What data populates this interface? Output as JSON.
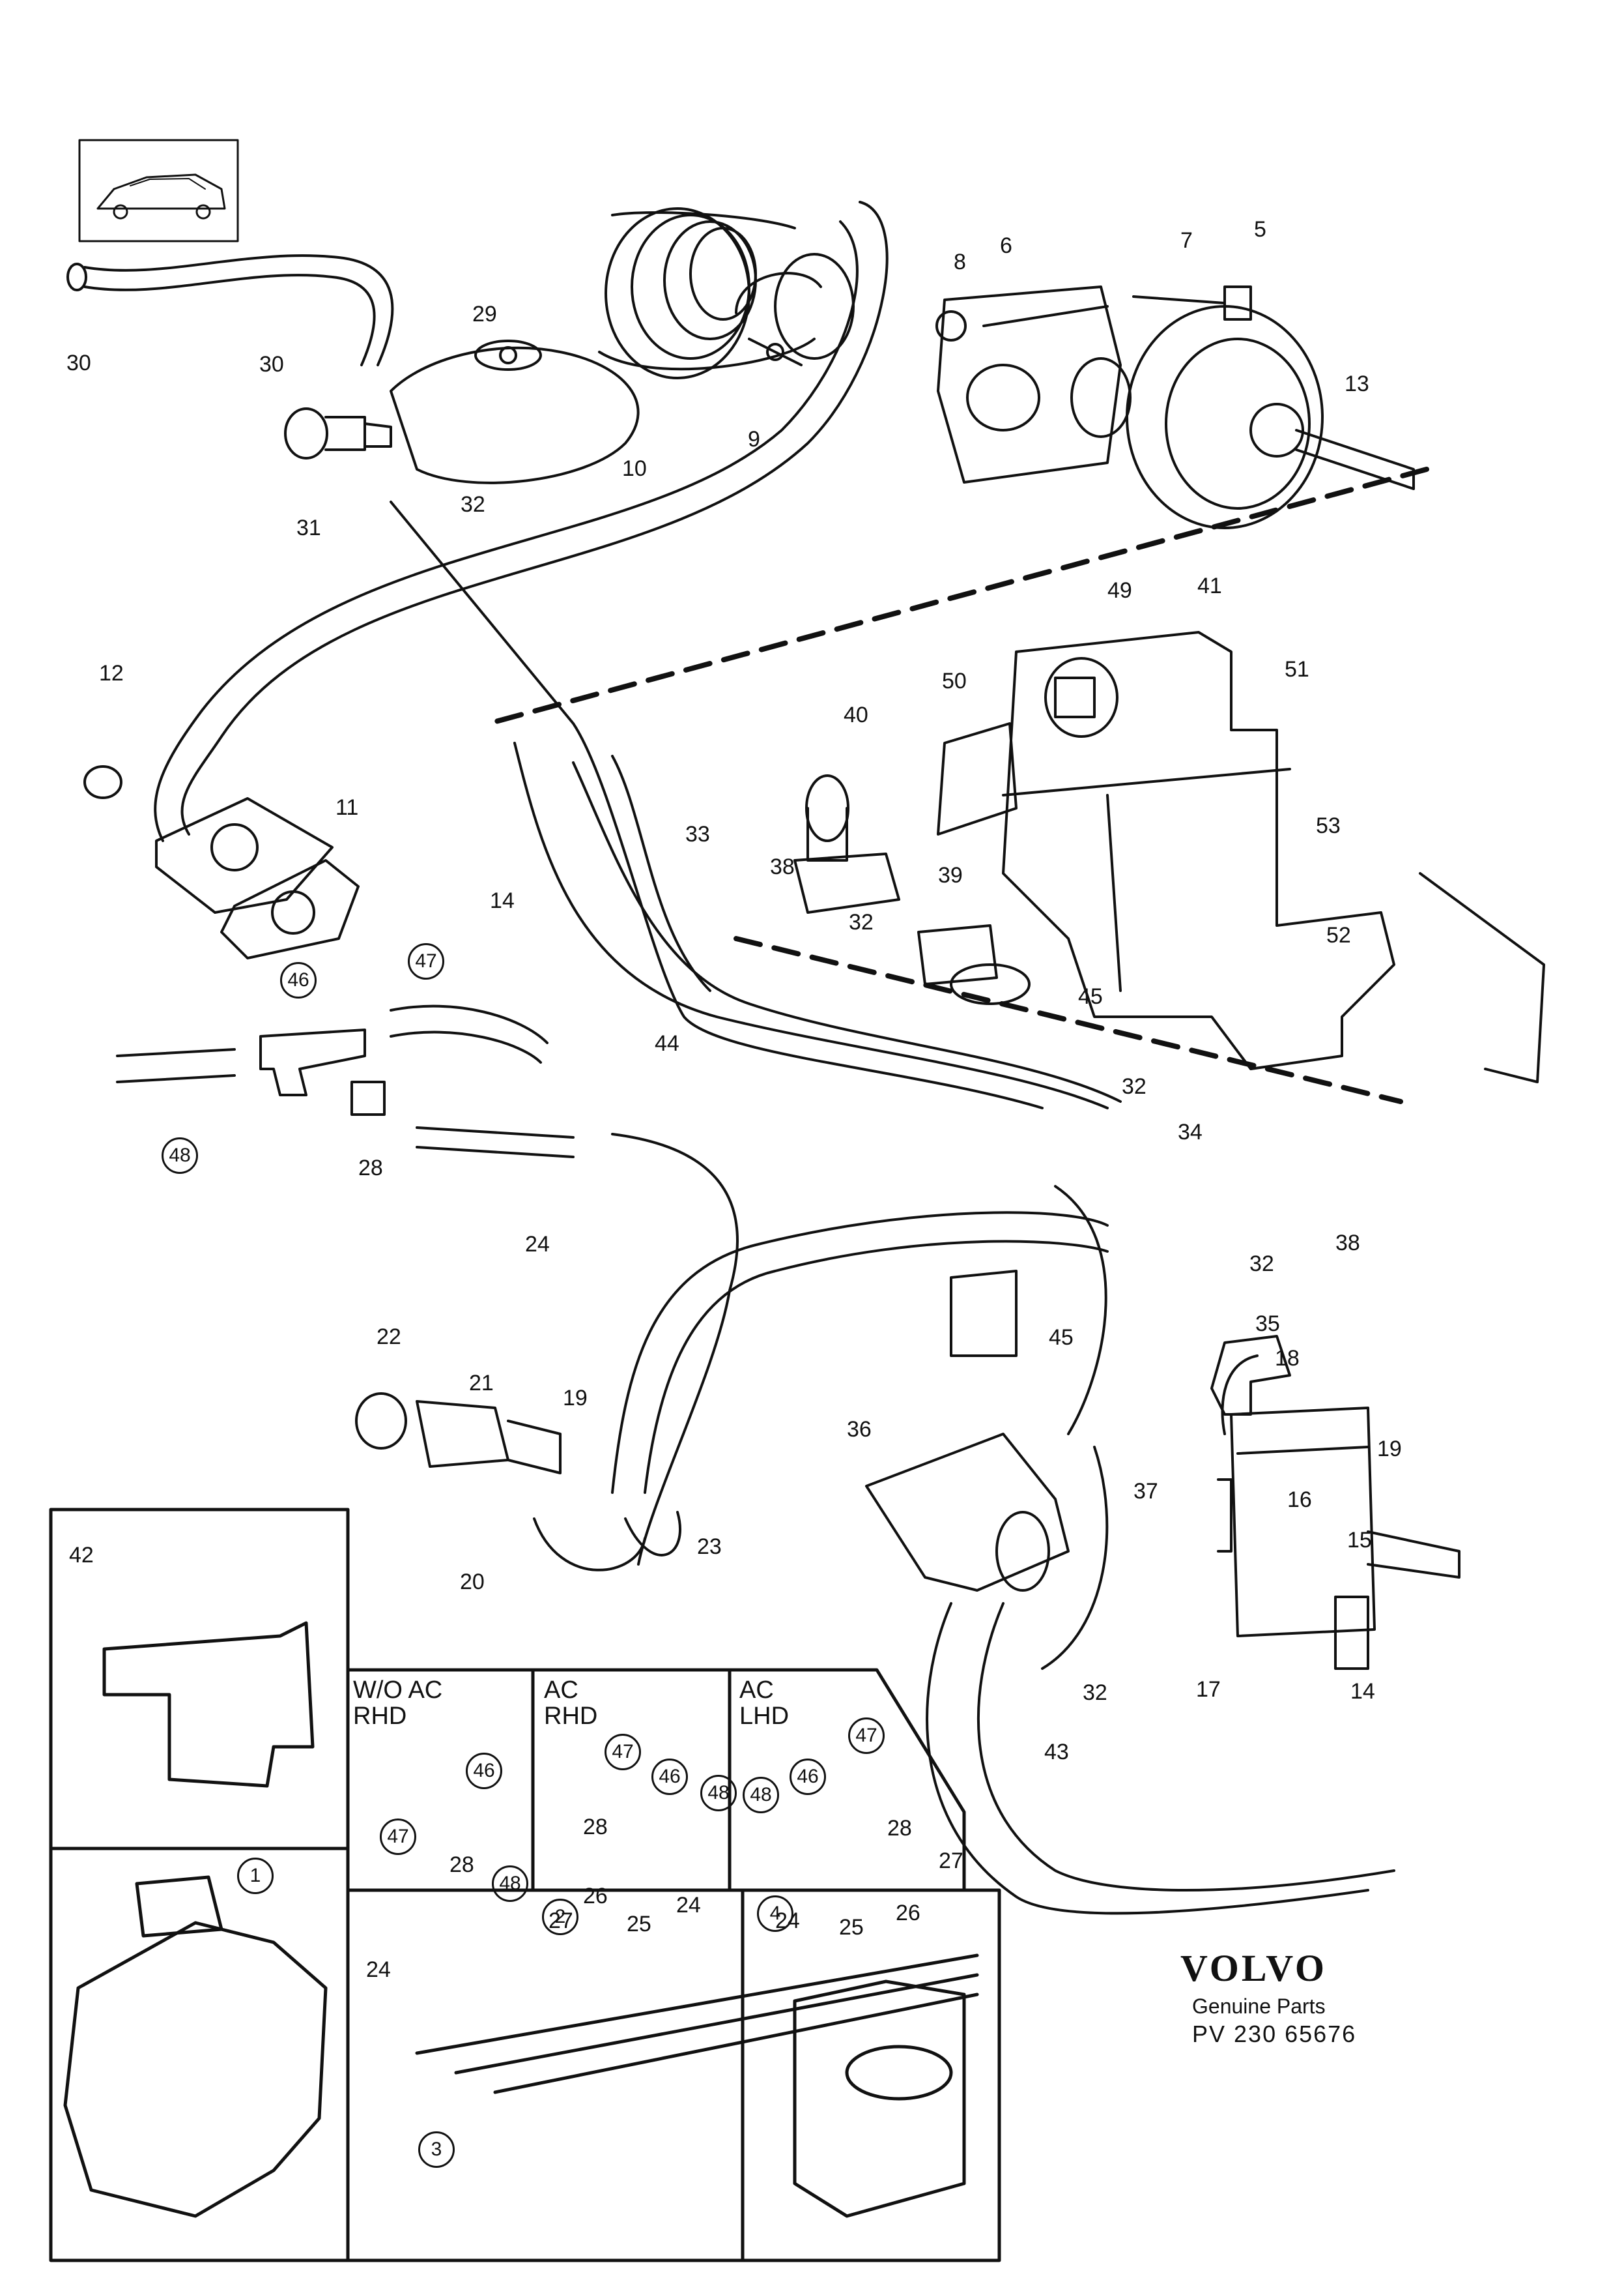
{
  "callouts": [
    "1",
    "2",
    "3",
    "4",
    "5",
    "6",
    "7",
    "8",
    "9",
    "10",
    "11",
    "12",
    "13",
    "14",
    "15",
    "16",
    "17",
    "18",
    "19",
    "20",
    "21",
    "22",
    "23",
    "24",
    "25",
    "26",
    "27",
    "28",
    "29",
    "30",
    "31",
    "32",
    "33",
    "34",
    "35",
    "36",
    "37",
    "38",
    "39",
    "40",
    "41",
    "42",
    "43",
    "44",
    "45",
    "46",
    "47",
    "48",
    "49",
    "50",
    "51",
    "52",
    "53"
  ],
  "inset_headers": {
    "wo_ac_rhd": "W/O AC\nRHD",
    "ac_rhd": "AC\nRHD",
    "ac_lhd": "AC\nLHD"
  },
  "brand": {
    "logo": "VOLVO",
    "subtitle": "Genuine Parts",
    "code": "PV 230  65676"
  }
}
